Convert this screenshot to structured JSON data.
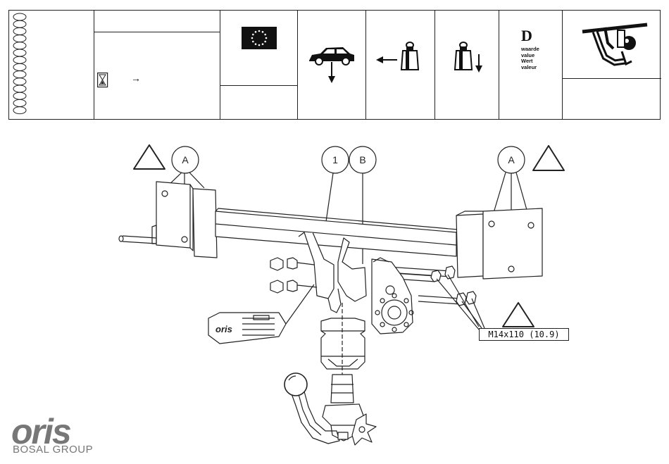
{
  "header": {
    "d_letter": "D",
    "d_value_labels": [
      "waarde",
      "value",
      "Wert",
      "valeur"
    ],
    "arrow": "→",
    "ring_count": 14
  },
  "callouts": {
    "a_left": "A",
    "part_1": "1",
    "part_b": "B",
    "a_right": "A"
  },
  "bolt_spec": "M14x110 (10.9)",
  "logo": {
    "wordmark": "oris",
    "tagline": "BOSAL GROUP"
  },
  "plate": {
    "brand": "oris"
  },
  "colors": {
    "line": "#222222",
    "logo_gray": "#777777",
    "fill_light": "#ffffff"
  }
}
